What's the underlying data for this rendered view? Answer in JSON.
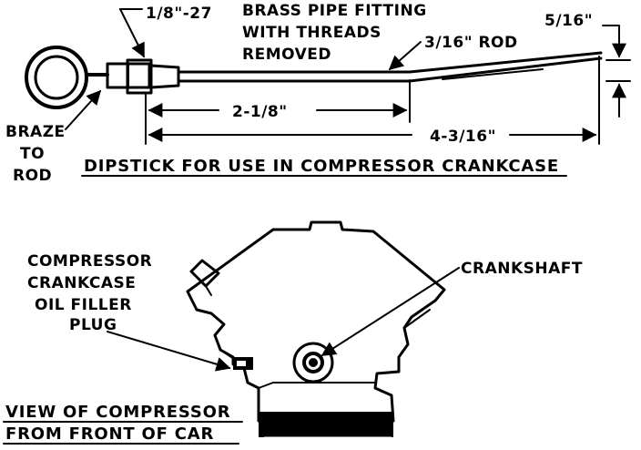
{
  "colors": {
    "ink": "#000000",
    "paper": "#ffffff"
  },
  "dipstick": {
    "thread_label": "1/8\"-27",
    "fitting_label": [
      "BRASS PIPE FITTING",
      "WITH THREADS",
      "REMOVED"
    ],
    "rod_label": "3/16\" ROD",
    "bend_label": "5/16\"",
    "braze_label": [
      "BRAZE",
      "TO",
      "ROD"
    ],
    "dim_short": "2-1/8\"",
    "dim_long": "4-3/16\"",
    "caption": "DIPSTICK FOR USE IN COMPRESSOR CRANKCASE"
  },
  "compressor": {
    "plug_label": [
      "COMPRESSOR",
      "CRANKCASE",
      "OIL FILLER",
      "PLUG"
    ],
    "crankshaft_label": "CRANKSHAFT",
    "caption": [
      "VIEW OF COMPRESSOR",
      "FROM FRONT OF CAR"
    ]
  }
}
